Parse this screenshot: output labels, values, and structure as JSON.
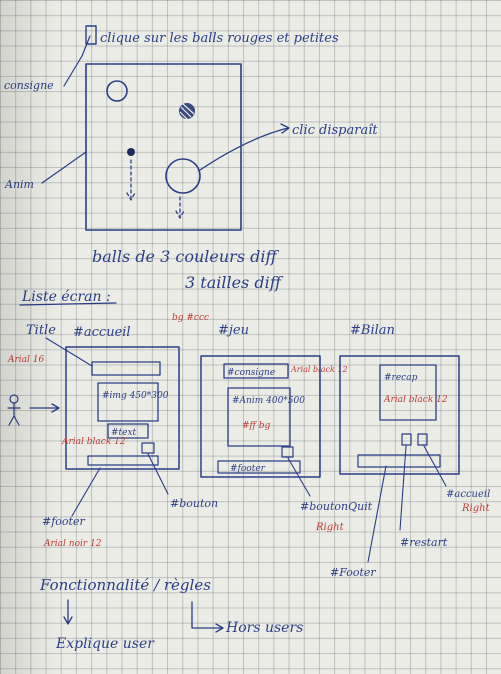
{
  "top_sketch": {
    "instruction": "clique sur les balls rouges et petites",
    "consigne_label": "consigne",
    "anim_label": "Anim",
    "click_label": "clic disparaît",
    "caption_line1": "balls de 3 couleurs diff",
    "caption_line2": "3 tailles diff"
  },
  "list_title": "Liste écran :",
  "screens": {
    "accueil": {
      "id_label": "#accueil",
      "title_label": "Title",
      "title_font": "Arial 16",
      "bg_note": "bg #ccc",
      "img_label": "#img 450*300",
      "text_label": "#text",
      "text_font": "Arial black 12",
      "footer_label": "#footer",
      "footer_font": "Arial noir 12",
      "button_label": "#bouton"
    },
    "jeu": {
      "id_label": "#jeu",
      "consigne_label": "#consigne",
      "consigne_font": "Arial black 12",
      "anim_label": "#Anim 400*500",
      "anim_bg": "#ff bg",
      "footer_label": "#footer",
      "button_label": "#boutonQuit",
      "button_note": "Right"
    },
    "bilan": {
      "id_label": "#Bilan",
      "recap_label": "#recap",
      "recap_font": "Arial black 12",
      "accueil_button": "#accueil",
      "accueil_note": "Right",
      "restart_button": "#restart",
      "footer_label": "#Footer"
    }
  },
  "bottom": {
    "line1": "Fonctionnalité / règles",
    "left_label": "Explique user",
    "right_label": "Hors users"
  },
  "ink_color": "#2a3e88",
  "accent_color": "#c23a34"
}
